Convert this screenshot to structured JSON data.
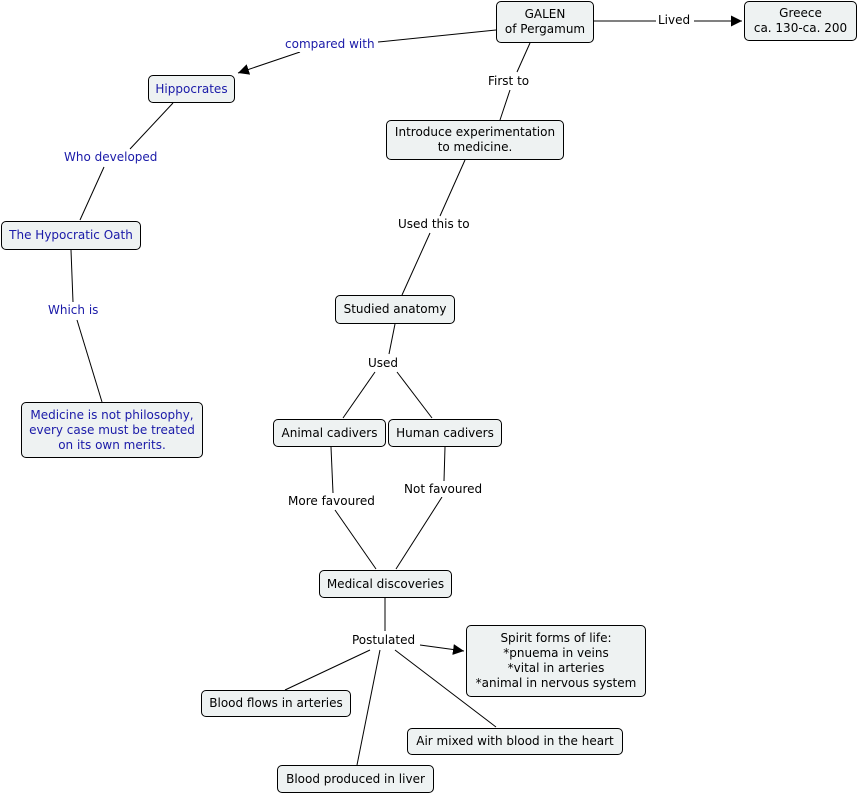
{
  "nodes": {
    "galen": "GALEN\nof Pergamum",
    "greece": "Greece\nca. 130-ca. 200",
    "hippocrates": "Hippocrates",
    "introduce": "Introduce experimentation\nto medicine.",
    "oath": "The Hypocratic Oath",
    "studied": "Studied anatomy",
    "medicine": "Medicine is not philosophy,\nevery case must be treated\non its own merits.",
    "animal": "Animal cadivers",
    "human": "Human cadivers",
    "discoveries": "Medical discoveries",
    "spirit": "Spirit forms of life:\n*pnuema in veins\n*vital in arteries\n*animal in nervous system",
    "arteries": "Blood flows in arteries",
    "air": "Air mixed with blood in the heart",
    "liver": "Blood produced in liver"
  },
  "links": {
    "lived": "Lived",
    "compared": "compared with",
    "first_to": "First to",
    "who_developed": "Who developed",
    "used_this_to": "Used this to",
    "which_is": "Which is",
    "used": "Used",
    "more_favoured": "More favoured",
    "not_favoured": "Not favoured",
    "postulated": "Postulated"
  },
  "colors": {
    "node_fill": "#eef2f2",
    "blue_text": "#1a1aa8",
    "line": "#000000"
  }
}
